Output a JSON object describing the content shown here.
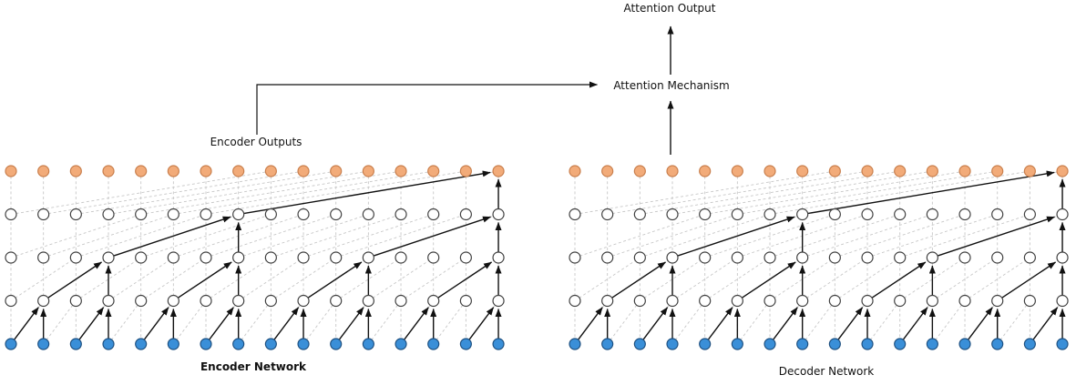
{
  "labels": {
    "attention_output": "Attention Output",
    "attention_mechanism": "Attention Mechanism",
    "encoder_outputs": "Encoder Outputs",
    "encoder_network": "Encoder Network",
    "decoder_network": "Decoder Network"
  },
  "colors": {
    "output_node_fill": "#f2ab79",
    "output_node_stroke": "#c97f4d",
    "hidden_node_fill": "#ffffff",
    "hidden_node_stroke": "#404040",
    "input_node_fill": "#3a8fd8",
    "input_node_stroke": "#1d4f7f",
    "dashed_connection": "#c7c7c7",
    "highlight_arrow": "#111111",
    "text": "#111111",
    "background": "#ffffff"
  },
  "diagram": {
    "networks": [
      {
        "id": "encoder",
        "label_key": "encoder_network"
      },
      {
        "id": "decoder",
        "label_key": "decoder_network"
      }
    ],
    "columns": 16,
    "rows": 5,
    "dilations_bottom_to_top": [
      1,
      2,
      4,
      8
    ],
    "highlighted_output_column": 16
  }
}
